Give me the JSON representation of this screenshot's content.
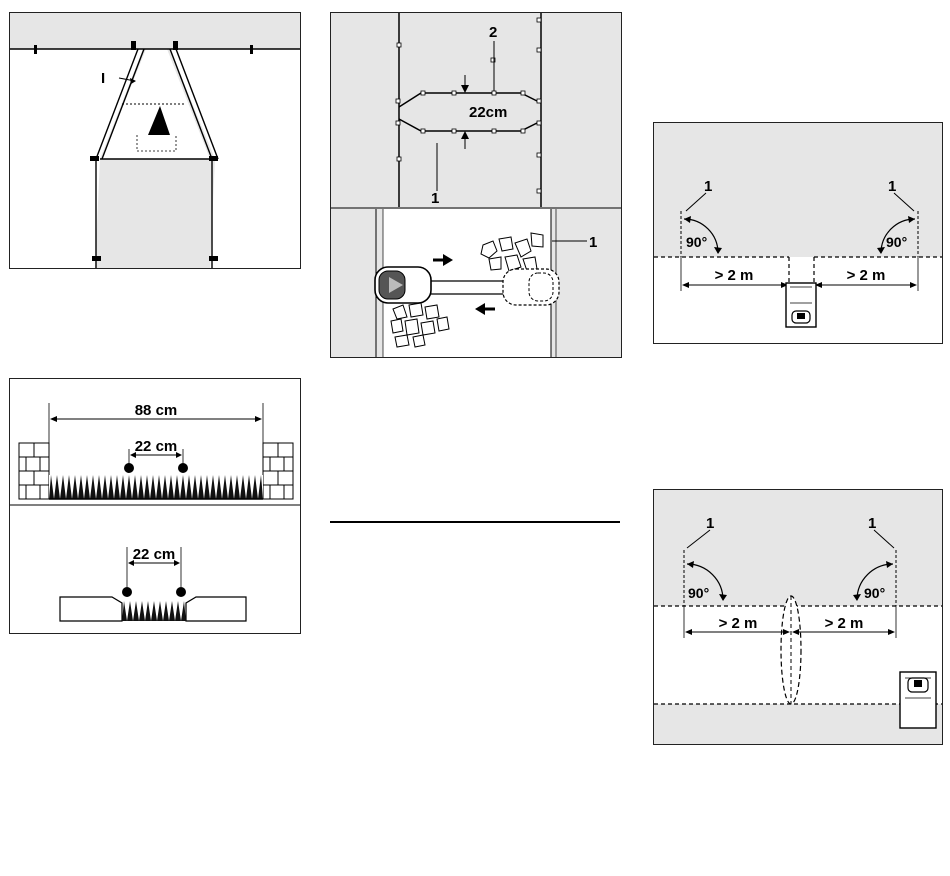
{
  "fig_corridor": {
    "marker_label": "I"
  },
  "fig_passage": {
    "label_wire": "2",
    "label_gap": "22cm",
    "label_guide": "1",
    "label_side": "1"
  },
  "fig_hedge": {
    "width_label": "88 cm",
    "inner_label": "22 cm"
  },
  "fig_gap": {
    "inner_label": "22 cm"
  },
  "fig_station": {
    "label_left": "1",
    "label_right": "1",
    "angle_left": "90°",
    "angle_right": "90°",
    "dist_left": "> 2 m",
    "dist_right": "> 2 m"
  },
  "fig_crossing": {
    "label_left": "1",
    "label_right": "1",
    "angle_left": "90°",
    "angle_right": "90°",
    "dist_left": "> 2 m",
    "dist_right": "> 2 m"
  },
  "colors": {
    "lawn": "#e6e6e6",
    "line": "#000000",
    "panel_bg": "#ffffff"
  }
}
